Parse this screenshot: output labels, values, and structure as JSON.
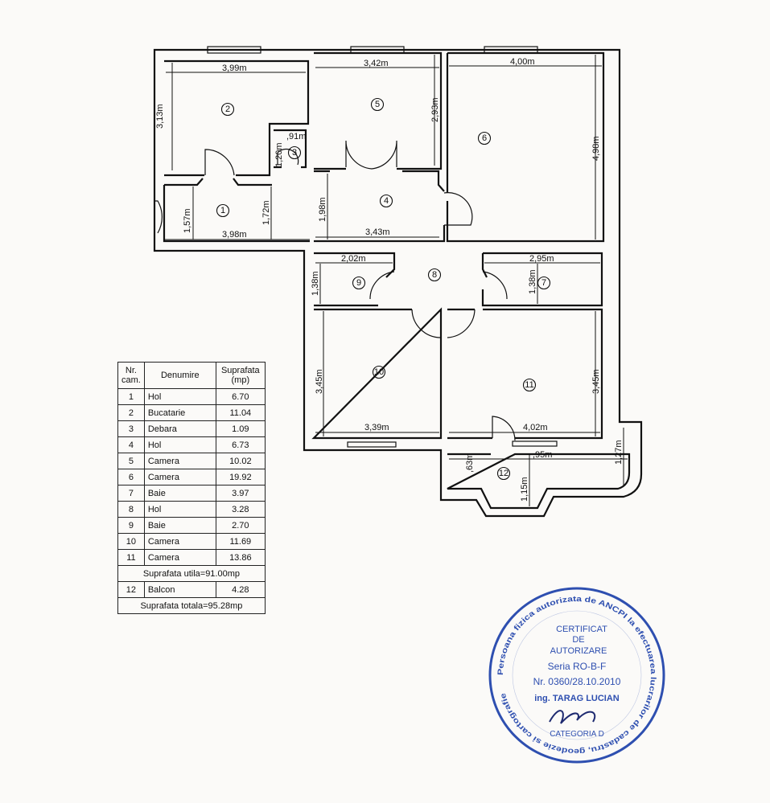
{
  "plan": {
    "rooms": [
      "1",
      "2",
      "3",
      "4",
      "5",
      "6",
      "7",
      "8",
      "9",
      "10",
      "11",
      "12"
    ],
    "dimensions": {
      "r2_w": "3,99m",
      "r2_h": "3,13m",
      "r5_w": "3,42m",
      "r5_h": "2,93m",
      "r6_w": "4,00m",
      "r6_h": "4,98m",
      "r3_w": ",91m",
      "r3_h": "1,20m",
      "r1_h1": "1,57m",
      "r1_h2": "1,72m",
      "r1_w": "3,98m",
      "r4_h": "1,98m",
      "r4_w": "3,43m",
      "r9_w": "2,02m",
      "r9_h": "1,38m",
      "r7_w": "2,95m",
      "r7_h": "1,38m",
      "r10_h": "3,45m",
      "r10_w": "3,39m",
      "r11_h": "3,45m",
      "r11_w": "4,02m",
      "r12_a": ",63m",
      "r12_b": ",95m",
      "r12_c": "1,15m",
      "r12_d": "1,27m"
    }
  },
  "table": {
    "header": {
      "nr": "Nr. cam.",
      "name": "Denumire",
      "area": "Suprafata (mp)"
    },
    "rows": [
      {
        "nr": "1",
        "name": "Hol",
        "area": "6.70"
      },
      {
        "nr": "2",
        "name": "Bucatarie",
        "area": "11.04"
      },
      {
        "nr": "3",
        "name": "Debara",
        "area": "1.09"
      },
      {
        "nr": "4",
        "name": "Hol",
        "area": "6.73"
      },
      {
        "nr": "5",
        "name": "Camera",
        "area": "10.02"
      },
      {
        "nr": "6",
        "name": "Camera",
        "area": "19.92"
      },
      {
        "nr": "7",
        "name": "Baie",
        "area": "3.97"
      },
      {
        "nr": "8",
        "name": "Hol",
        "area": "3.28"
      },
      {
        "nr": "9",
        "name": "Baie",
        "area": "2.70"
      },
      {
        "nr": "10",
        "name": "Camera",
        "area": "11.69"
      },
      {
        "nr": "11",
        "name": "Camera",
        "area": "13.86"
      }
    ],
    "useful_total": "Suprafata utila=91.00mp",
    "balcony": {
      "nr": "12",
      "name": "Balcon",
      "area": "4.28"
    },
    "grand_total": "Suprafata totala=95.28mp"
  },
  "stamp": {
    "ring": "Persoana fizica autorizata de ANCPI la efectuarea lucrarilor de cadastru, geodezie si cartografie",
    "line1": "CERTIFICAT",
    "line2": "DE",
    "line3": "AUTORIZARE",
    "line4": "Seria RO-B-F",
    "line5": "Nr. 0360/28.10.2010",
    "line6": "ing. TARAG LUCIAN",
    "category": "CATEGORIA D",
    "color": "#2e4fb0"
  }
}
